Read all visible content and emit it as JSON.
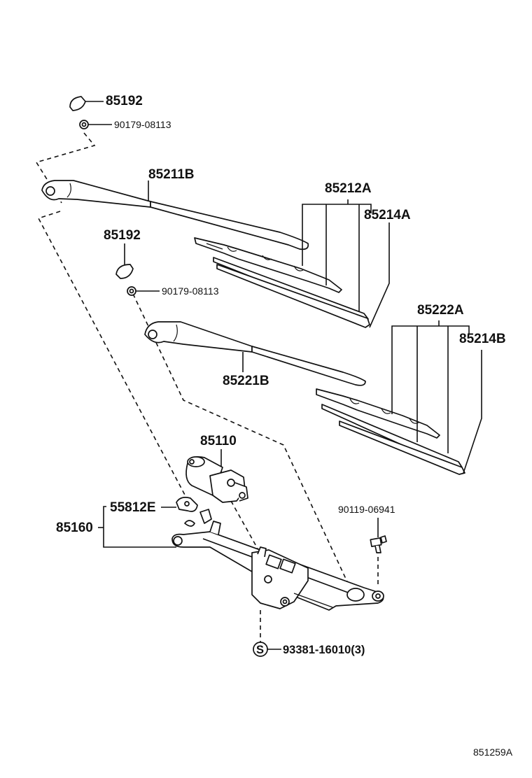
{
  "diagram": {
    "labels": {
      "cap_upper": "85192",
      "nut_upper": "90179-08113",
      "arm_front": "85211B",
      "blade_front": "85212A",
      "rubber_front": "85214A",
      "cap_lower": "85192",
      "nut_lower": "90179-08113",
      "blade_passenger": "85222A",
      "rubber_passenger": "85214B",
      "arm_passenger": "85221B",
      "motor": "85110",
      "link_sub": "55812E",
      "link_assy": "85160",
      "bolt": "90119-06941",
      "screw": "93381-16010(3)",
      "screw_symbol": "S",
      "figure_code": "851259A"
    }
  }
}
